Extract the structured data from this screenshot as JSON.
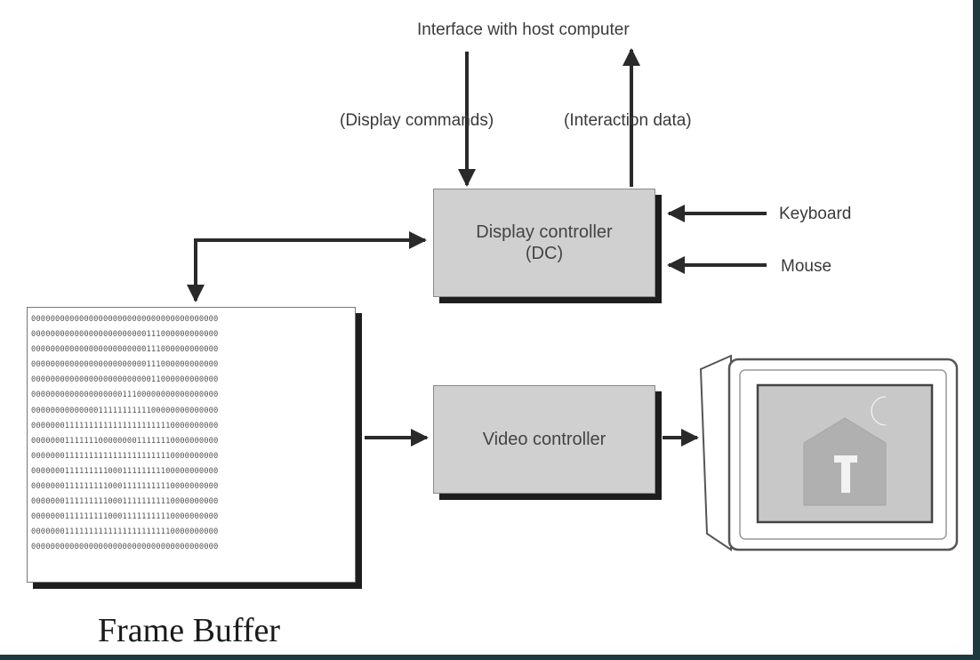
{
  "labels": {
    "host_interface": "Interface with host computer",
    "display_commands": "(Display commands)",
    "interaction_data": "(Interaction data)",
    "keyboard": "Keyboard",
    "mouse": "Mouse"
  },
  "display_controller": {
    "line1": "Display controller",
    "line2": "(DC)"
  },
  "video_controller": {
    "label": "Video controller"
  },
  "frame_buffer": {
    "title": "Frame Buffer",
    "rows": [
      "000000000000000000000000000000000000000",
      "000000000000000000000000111000000000000",
      "000000000000000000000000111000000000000",
      "000000000000000000000000111000000000000",
      "000000000000000000000000011000000000000",
      "000000000000000000011100000000000000000",
      "000000000000001111111111100000000000000",
      "000000011111111111111111111110000000000",
      "000000011111110000000011111110000000000",
      "000000011111111111111111111110000000000",
      "000000011111111100011111111100000000000",
      "000000011111111100011111111110000000000",
      "000000011111111100011111111110000000000",
      "000000011111111100011111111110000000000",
      "000000011111111111111111111110000000000",
      "000000000000000000000000000000000000000"
    ]
  }
}
